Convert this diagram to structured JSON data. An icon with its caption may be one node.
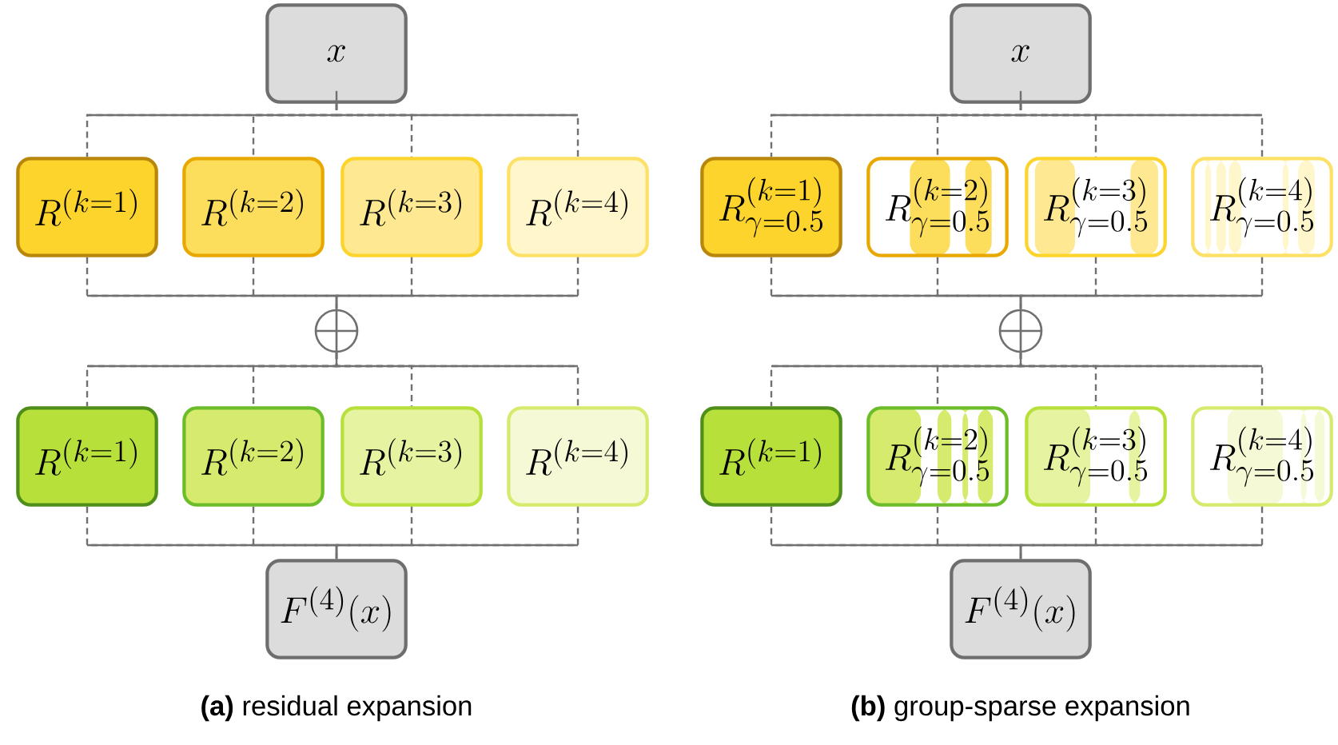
{
  "diagram": {
    "nodes": [
      {
        "text": [
          "x"
        ]
      },
      {
        "text": [
          "R^{(k=1)}"
        ]
      },
      {
        "text": [
          "R^{(k=2)}"
        ]
      },
      {
        "text": [
          "R^{(k=3)}"
        ]
      },
      {
        "text": [
          "R^{(k=4)}"
        ]
      },
      {
        "text": [],
        "shape": "circle"
      },
      {
        "text": [
          "R^{(k=1)}"
        ]
      },
      {
        "text": [
          "R^{(k=2)}"
        ]
      },
      {
        "text": [
          "R^{(k=3)}"
        ]
      },
      {
        "text": [
          "R^{(k=4)}"
        ]
      },
      {
        "text": [
          "F^{(4)}(x)"
        ]
      },
      {
        "text": [
          "x"
        ]
      },
      {
        "text": [
          "R^{(k=1)}_{\\gamma=0.5}"
        ]
      },
      {
        "text": [
          "R^{(k=2)}_{\\gamma=0.5}"
        ]
      },
      {
        "text": [
          "R^{(k=3)}_{\\gamma=0.5}"
        ]
      },
      {
        "text": [
          "R^{(k=4)}_{\\gamma=0.5}"
        ]
      },
      {
        "text": [],
        "shape": "circle"
      },
      {
        "text": [
          "R^{(k=1)}"
        ]
      },
      {
        "text": [
          "R^{(k=2)}_{\\gamma=0.5}"
        ]
      },
      {
        "text": [
          "R^{(k=3)}_{\\gamma=0.5}"
        ]
      },
      {
        "text": [
          "R^{(k=4)}_{\\gamma=0.5}"
        ]
      },
      {
        "text": [
          "F^{(4)}(x)"
        ]
      }
    ],
    "edges": [
      {
        "from": 0,
        "to": 1,
        "arrow": "none",
        "style": "dashed"
      },
      {
        "from": 0,
        "to": 2,
        "arrow": "none",
        "style": "dashed"
      },
      {
        "from": 0,
        "to": 3,
        "arrow": "none",
        "style": "dashed"
      },
      {
        "from": 0,
        "to": 4,
        "arrow": "none",
        "style": "dashed"
      },
      {
        "from": 1,
        "to": 5,
        "arrow": "none",
        "style": "dashed"
      },
      {
        "from": 2,
        "to": 5,
        "arrow": "none",
        "style": "dashed"
      },
      {
        "from": 3,
        "to": 5,
        "arrow": "none",
        "style": "dashed"
      },
      {
        "from": 4,
        "to": 5,
        "arrow": "none",
        "style": "dashed"
      },
      {
        "from": 5,
        "to": 6,
        "arrow": "none",
        "style": "dashed"
      },
      {
        "from": 5,
        "to": 7,
        "arrow": "none",
        "style": "dashed"
      },
      {
        "from": 5,
        "to": 8,
        "arrow": "none",
        "style": "dashed"
      },
      {
        "from": 5,
        "to": 9,
        "arrow": "none",
        "style": "dashed"
      },
      {
        "from": 6,
        "to": 10,
        "arrow": "none",
        "style": "dashed"
      },
      {
        "from": 7,
        "to": 10,
        "arrow": "none",
        "style": "dashed"
      },
      {
        "from": 8,
        "to": 10,
        "arrow": "none",
        "style": "dashed"
      },
      {
        "from": 9,
        "to": 10,
        "arrow": "none",
        "style": "dashed"
      },
      {
        "from": 11,
        "to": 12,
        "arrow": "none",
        "style": "dashed"
      },
      {
        "from": 11,
        "to": 13,
        "arrow": "none",
        "style": "dashed"
      },
      {
        "from": 11,
        "to": 14,
        "arrow": "none",
        "style": "dashed"
      },
      {
        "from": 11,
        "to": 15,
        "arrow": "none",
        "style": "dashed"
      },
      {
        "from": 12,
        "to": 16,
        "arrow": "none",
        "style": "dashed"
      },
      {
        "from": 13,
        "to": 16,
        "arrow": "none",
        "style": "dashed"
      },
      {
        "from": 14,
        "to": 16,
        "arrow": "none",
        "style": "dashed"
      },
      {
        "from": 15,
        "to": 16,
        "arrow": "none",
        "style": "dashed"
      },
      {
        "from": 16,
        "to": 17,
        "arrow": "none",
        "style": "dashed"
      },
      {
        "from": 16,
        "to": 18,
        "arrow": "none",
        "style": "dashed"
      },
      {
        "from": 16,
        "to": 19,
        "arrow": "none",
        "style": "dashed"
      },
      {
        "from": 16,
        "to": 20,
        "arrow": "none",
        "style": "dashed"
      },
      {
        "from": 17,
        "to": 21,
        "arrow": "none",
        "style": "dashed"
      },
      {
        "from": 18,
        "to": 21,
        "arrow": "none",
        "style": "dashed"
      },
      {
        "from": 19,
        "to": 21,
        "arrow": "none",
        "style": "dashed"
      },
      {
        "from": 20,
        "to": 21,
        "arrow": "none",
        "style": "dashed"
      }
    ],
    "labels": [
      "**(a)** residual expansion",
      "**(b)** group-sparse expansion"
    ]
  }
}
